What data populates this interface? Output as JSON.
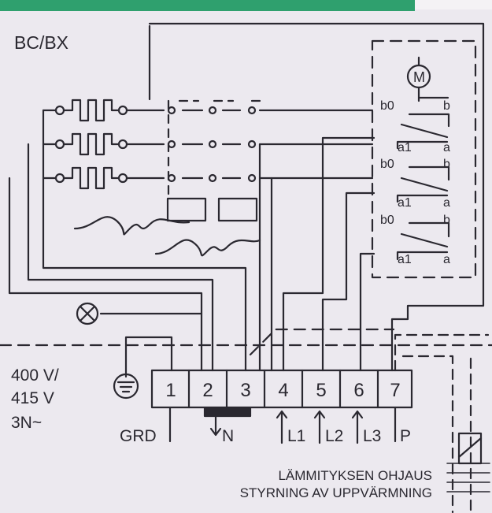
{
  "title": "BC/BX",
  "motor_label": "M",
  "supply": {
    "line1": "400 V/",
    "line2": "415 V",
    "line3": "3N~"
  },
  "terminals": [
    "1",
    "2",
    "3",
    "4",
    "5",
    "6",
    "7"
  ],
  "terminal_labels": [
    "GRD",
    "N",
    "L1",
    "L2",
    "L3",
    "P"
  ],
  "switch_labels": {
    "b0": "b0",
    "b": "b",
    "a1": "a1",
    "a": "a"
  },
  "footer": {
    "line1": "LÄMMITYKSEN OHJAUS",
    "line2": "STYRNING AV UPPVÄRMNING"
  },
  "colors": {
    "background": "#ece9ef",
    "ink": "#2a2830",
    "top_strip": "#2fa06e"
  }
}
